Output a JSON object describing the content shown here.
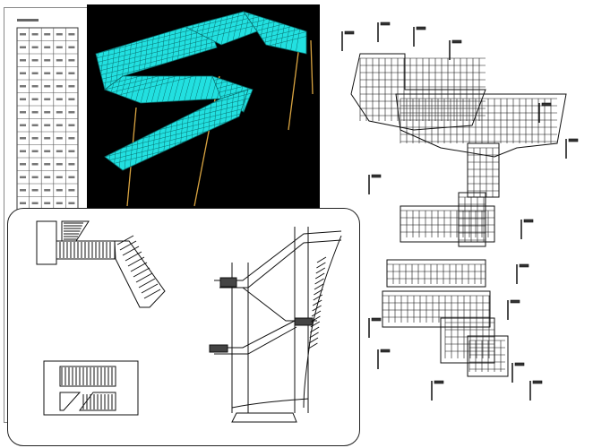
{
  "colors": {
    "mesh": "#22e0e0",
    "mesh_lines": "#0a6f6f",
    "mesh_background": "#000000",
    "columns": "#d9a441",
    "drawing_lines": "#111111"
  },
  "support_table": {
    "title": "",
    "columns": 5,
    "rows": 30
  },
  "mesh_model": {
    "segments": 6
  },
  "detail_drawings": {
    "plan_upper_title": "",
    "plan_lower_title": "",
    "section_title": ""
  },
  "structural_plan": {
    "title": ""
  }
}
